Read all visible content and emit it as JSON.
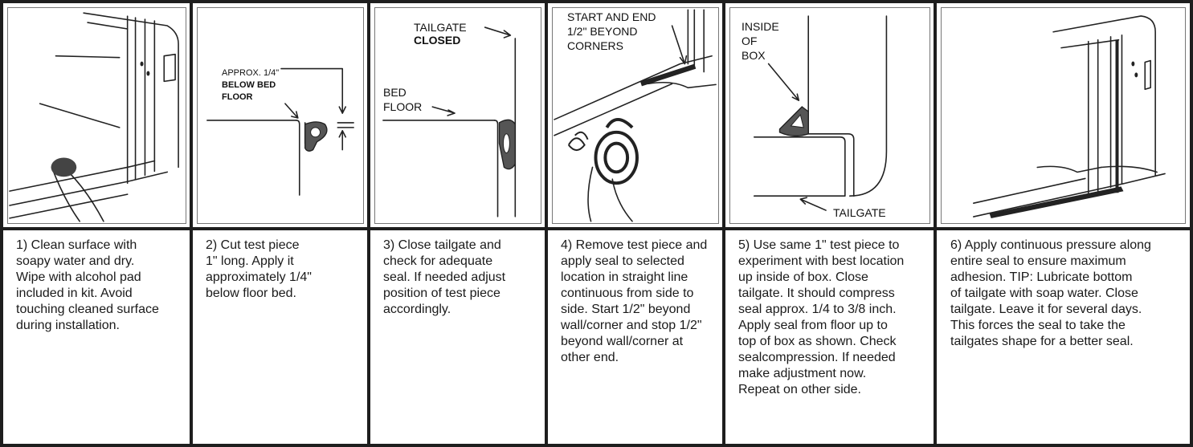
{
  "steps": [
    {
      "labels": [],
      "text": "1) Clean surface with\nsoapy water and dry.\nWipe with alcohol pad\nincluded in kit. Avoid\ntouching cleaned surface\nduring installation."
    },
    {
      "labels": [
        "APPROX. 1/4\"",
        "BELOW BED",
        "FLOOR"
      ],
      "text": "2) Cut test piece\n1\" long. Apply it\napproximately 1/4\"\nbelow floor bed."
    },
    {
      "labels": [
        "TAILGATE",
        "CLOSED",
        "BED",
        "FLOOR"
      ],
      "text": "3) Close tailgate and\ncheck for adequate\nseal. If needed adjust\nposition of test piece\naccordingly."
    },
    {
      "labels": [
        "START AND END",
        "1/2\" BEYOND",
        "CORNERS"
      ],
      "text": "4) Remove test piece and\napply seal to selected\nlocation in straight line\ncontinuous from side to\nside. Start 1/2\" beyond\nwall/corner and stop 1/2\"\nbeyond wall/corner at\nother end."
    },
    {
      "labels": [
        "INSIDE",
        "OF",
        "BOX",
        "TAILGATE"
      ],
      "text": "5) Use same 1\" test piece to\nexperiment with best  location\nup inside of box. Close\ntailgate. It should compress\nseal approx. 1/4 to 3/8 inch.\nApply seal from floor up to\ntop of box as shown. Check\nsealcompression. If needed\nmake adjustment now.\nRepeat on other side."
    },
    {
      "labels": [],
      "text": "6) Apply continuous pressure along\nentire seal to ensure maximum\nadhesion. TIP: Lubricate bottom\nof tailgate with soap water. Close\ntailgate. Leave it for several days.\nThis forces the seal to take the\ntailgates shape for a better seal."
    }
  ]
}
